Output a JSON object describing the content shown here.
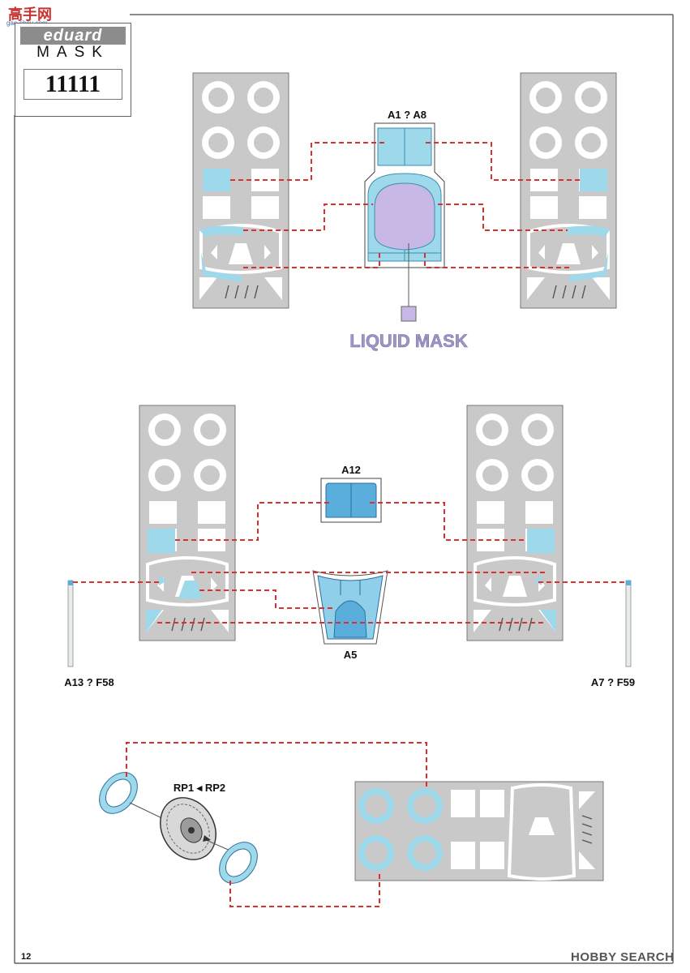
{
  "header": {
    "brand": "eduard",
    "product_type": "MASK",
    "catalog_number": "11111"
  },
  "watermark_top": {
    "glyphs": "高手网",
    "domain": "gao-shou.com"
  },
  "watermark_bottom": {
    "text": "HOBBY SEARCH"
  },
  "labels": {
    "part_top": "A1 ? A8",
    "liquid_mask": "LIQUID MASK",
    "part_a12": "A12",
    "part_a5": "A5",
    "part_left_light": "A13 ? F58",
    "part_right_light": "A7 ? F59",
    "part_wheel": "RP1 ◂ RP2"
  },
  "page_number": "12",
  "colors": {
    "mask_blue": "#9dd9ea",
    "liquid_purple": "#c7b8e6",
    "sheet_gray": "#c9c9c9",
    "line_red": "#d93030",
    "liquid_text": "#9d97c6"
  }
}
